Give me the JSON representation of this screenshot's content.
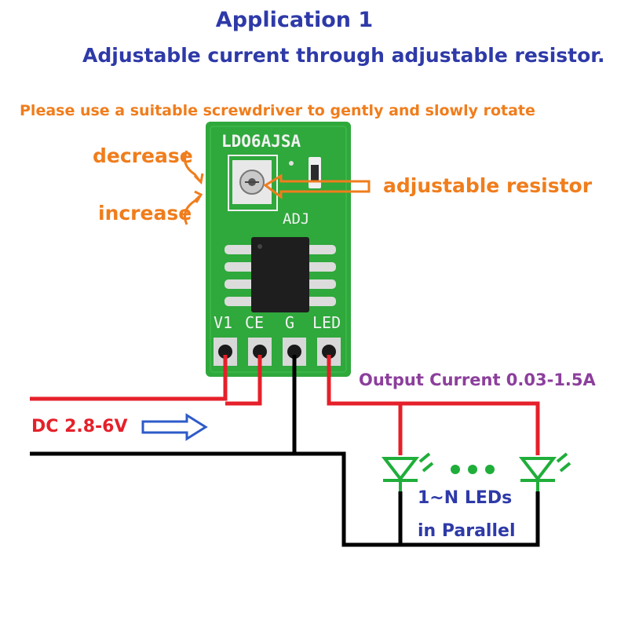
{
  "title": "Application 1",
  "subtitle": "Adjustable current through adjustable resistor.",
  "instruction": "Please use a suitable screwdriver to gently and slowly rotate",
  "labels": {
    "decrease": "decrease",
    "increase": "increase",
    "adjustable_resistor": "adjustable resistor",
    "output_current": "Output Current 0.03-1.5A",
    "dc_input": "DC 2.8-6V",
    "leds_line1": "1~N LEDs",
    "leds_line2": "in Parallel"
  },
  "board": {
    "model": "LDO6AJSA",
    "adj_label": "ADJ",
    "pins": [
      "V1",
      "CE",
      "G",
      "LED"
    ]
  },
  "colors": {
    "title": "#2e3aa8",
    "annotation": "#f07d1c",
    "output": "#8c3f9c",
    "positive_wire": "#e5202a",
    "ground_wire": "#000000",
    "led": "#1fae3a",
    "pcb": "#2fa83c"
  }
}
